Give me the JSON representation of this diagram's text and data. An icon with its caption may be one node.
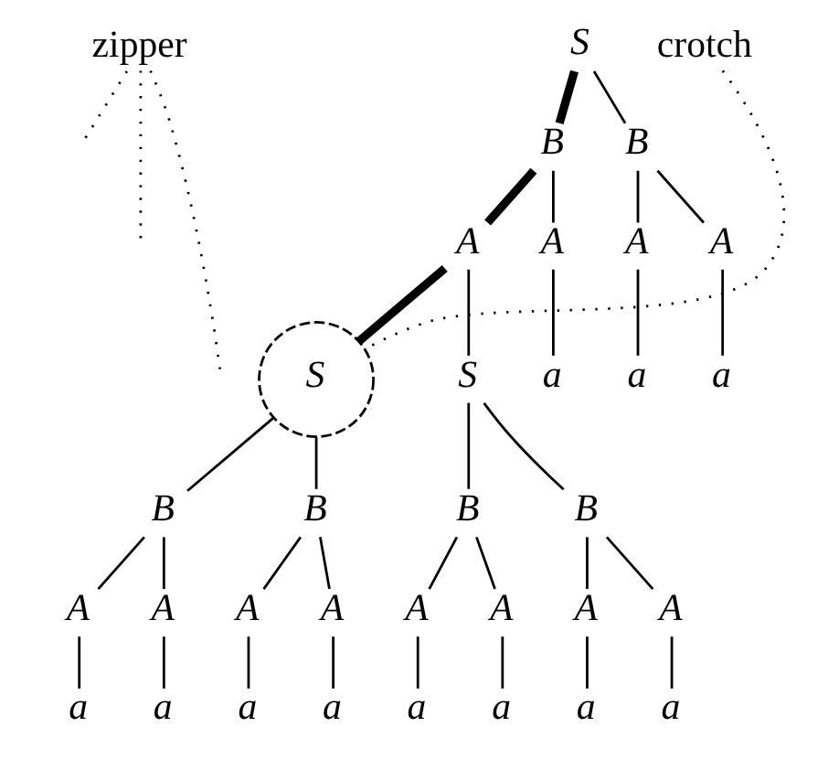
{
  "diagram": {
    "nodes": [
      {
        "text": [
          "zipper"
        ]
      },
      {
        "text": [
          "S"
        ]
      },
      {
        "text": [
          "B"
        ]
      },
      {
        "text": [
          "B"
        ]
      },
      {
        "text": [
          "crotch"
        ]
      },
      {
        "text": [
          "A"
        ]
      },
      {
        "text": [
          "A"
        ]
      },
      {
        "text": [
          "A"
        ]
      },
      {
        "text": [
          "A"
        ]
      },
      {
        "text": [
          "S"
        ]
      },
      {
        "text": [
          "S"
        ]
      },
      {
        "text": [
          "a"
        ]
      },
      {
        "text": [
          "a"
        ]
      },
      {
        "text": [
          "a"
        ]
      },
      {
        "text": [
          "B"
        ]
      },
      {
        "text": [
          "B"
        ]
      },
      {
        "text": [
          "B"
        ]
      },
      {
        "text": [
          "B"
        ]
      },
      {
        "text": [
          "A"
        ]
      },
      {
        "text": [
          "A"
        ]
      },
      {
        "text": [
          "A"
        ]
      },
      {
        "text": [
          "A"
        ]
      },
      {
        "text": [
          "A"
        ]
      },
      {
        "text": [
          "A"
        ]
      },
      {
        "text": [
          "A"
        ]
      },
      {
        "text": [
          "A"
        ]
      },
      {
        "text": [
          "a"
        ]
      },
      {
        "text": [
          "a"
        ]
      },
      {
        "text": [
          "a"
        ]
      },
      {
        "text": [
          "a"
        ]
      },
      {
        "text": [
          "a"
        ]
      },
      {
        "text": [
          "a"
        ]
      },
      {
        "text": [
          "a"
        ]
      },
      {
        "text": [
          "a"
        ]
      }
    ],
    "edges": [
      {
        "from": 1,
        "to": 2,
        "arrow": "none",
        "style": "thick"
      },
      {
        "from": 1,
        "to": 3,
        "arrow": "none"
      },
      {
        "from": 2,
        "to": 5,
        "arrow": "none",
        "style": "thick"
      },
      {
        "from": 2,
        "to": 6,
        "arrow": "none"
      },
      {
        "from": 3,
        "to": 7,
        "arrow": "none"
      },
      {
        "from": 3,
        "to": 8,
        "arrow": "none"
      },
      {
        "from": 5,
        "to": 9,
        "arrow": "none",
        "style": "thick"
      },
      {
        "from": 5,
        "to": 10,
        "arrow": "none"
      },
      {
        "from": 6,
        "to": 11,
        "arrow": "none"
      },
      {
        "from": 7,
        "to": 12,
        "arrow": "none"
      },
      {
        "from": 8,
        "to": 13,
        "arrow": "none"
      },
      {
        "from": 9,
        "to": 14,
        "arrow": "none"
      },
      {
        "from": 9,
        "to": 15,
        "arrow": "none"
      },
      {
        "from": 10,
        "to": 16,
        "arrow": "none"
      },
      {
        "from": 10,
        "to": 17,
        "arrow": "none"
      },
      {
        "from": 14,
        "to": 18,
        "arrow": "none"
      },
      {
        "from": 14,
        "to": 19,
        "arrow": "none"
      },
      {
        "from": 15,
        "to": 20,
        "arrow": "none"
      },
      {
        "from": 15,
        "to": 21,
        "arrow": "none"
      },
      {
        "from": 16,
        "to": 22,
        "arrow": "none"
      },
      {
        "from": 16,
        "to": 23,
        "arrow": "none"
      },
      {
        "from": 17,
        "to": 24,
        "arrow": "none"
      },
      {
        "from": 17,
        "to": 25,
        "arrow": "none"
      },
      {
        "from": 18,
        "to": 26,
        "arrow": "none"
      },
      {
        "from": 19,
        "to": 27,
        "arrow": "none"
      },
      {
        "from": 20,
        "to": 28,
        "arrow": "none"
      },
      {
        "from": 21,
        "to": 29,
        "arrow": "none"
      },
      {
        "from": 22,
        "to": 30,
        "arrow": "none"
      },
      {
        "from": 23,
        "to": 31,
        "arrow": "none"
      },
      {
        "from": 24,
        "to": 32,
        "arrow": "none"
      },
      {
        "from": 25,
        "to": 33,
        "arrow": "none"
      },
      {
        "from": 0,
        "to": null,
        "arrow": "none",
        "style": "dashed"
      },
      {
        "from": 0,
        "to": null,
        "arrow": "none",
        "style": "dashed"
      },
      {
        "from": 0,
        "to": null,
        "arrow": "none",
        "style": "dashed"
      },
      {
        "from": 4,
        "to": 9,
        "arrow": "none",
        "style": "dashed"
      }
    ]
  }
}
